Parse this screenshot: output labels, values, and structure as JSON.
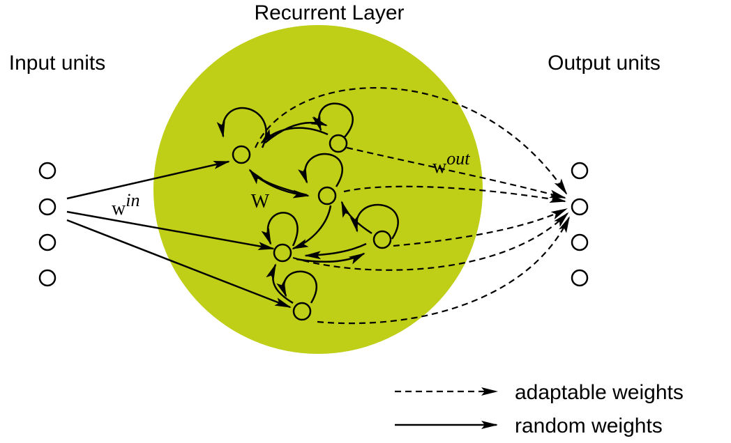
{
  "title": "Recurrent Layer",
  "input_label": "Input units",
  "output_label": "Output units",
  "weights": {
    "input": {
      "base": "w",
      "sup": "in"
    },
    "internal": "W",
    "output": {
      "base": "w",
      "sup": "out"
    }
  },
  "legend": {
    "adaptable": "adaptable weights",
    "random": "random weights"
  },
  "colors": {
    "reservoir_fill": "#bfce17",
    "stroke": "#000000"
  },
  "counts": {
    "input_units": 4,
    "reservoir_units": 6,
    "output_units": 4
  }
}
